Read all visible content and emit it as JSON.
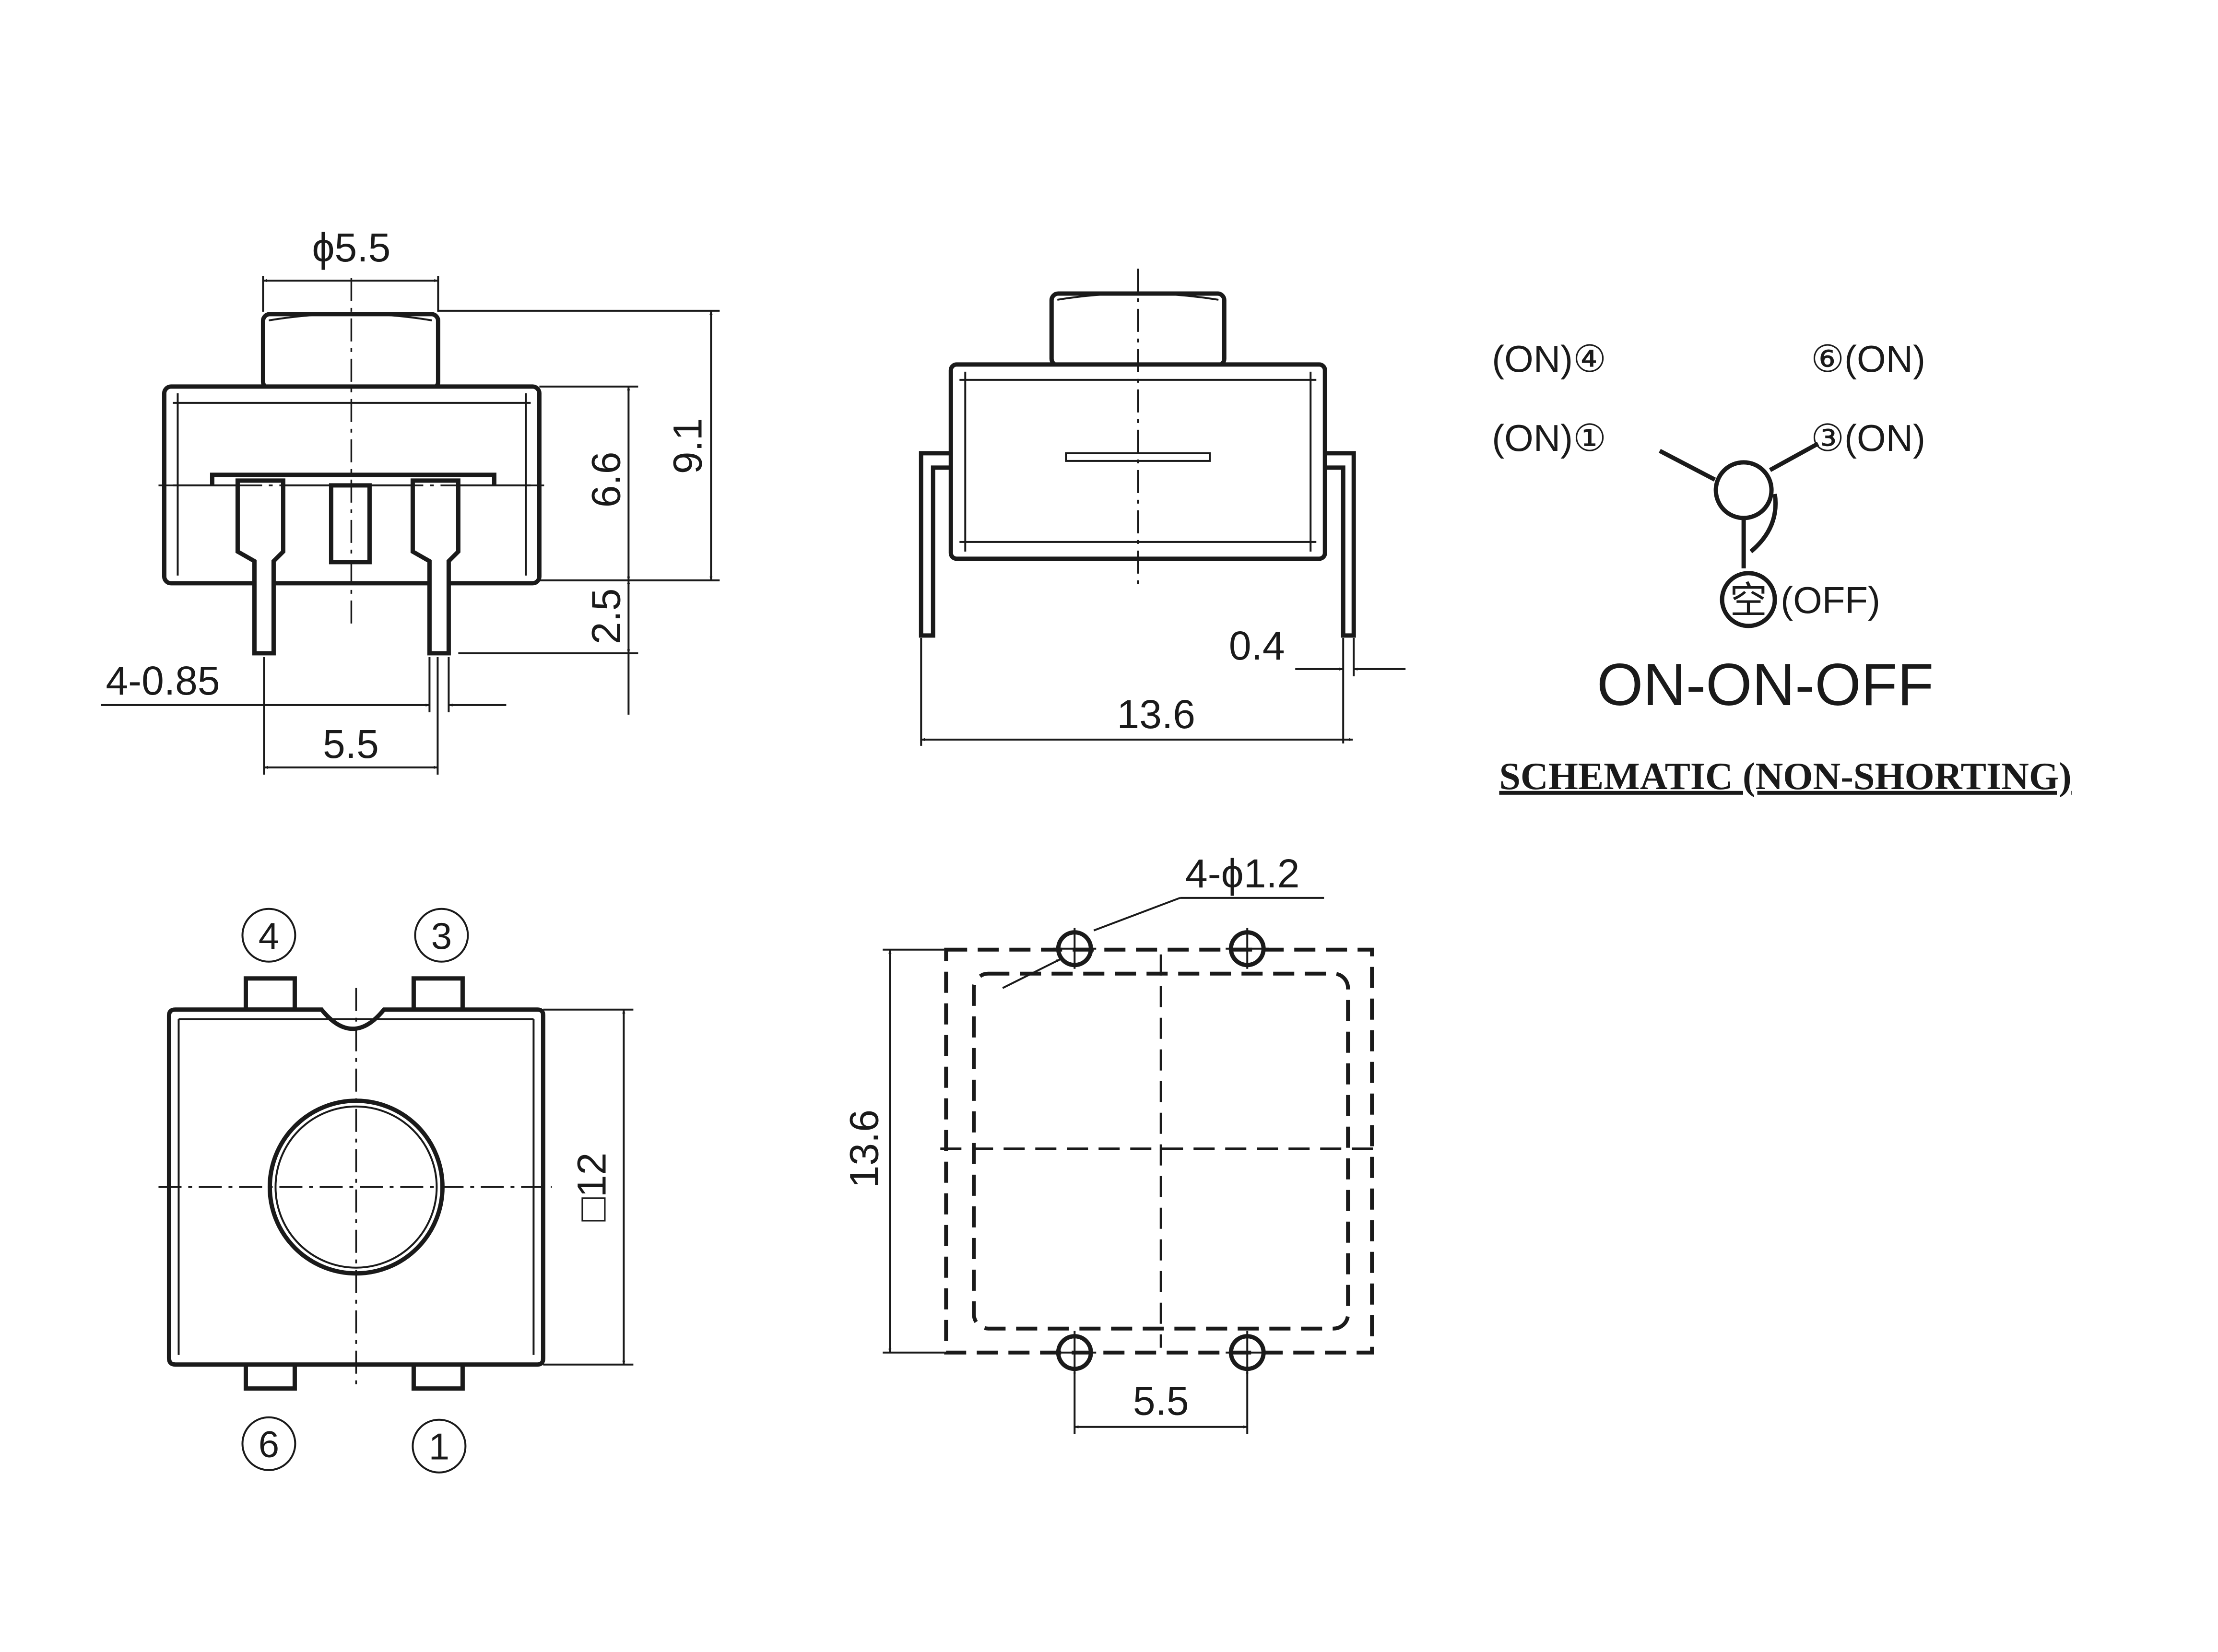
{
  "front_view": {
    "actuator_diameter": "ϕ5.5",
    "overall_height": "9.1",
    "body_height": "6.6",
    "pin_length": "2.5",
    "pin_width": "4-0.85",
    "pin_pitch": "5.5"
  },
  "side_view": {
    "lead_thickness": "0.4",
    "width": "13.6"
  },
  "schematic": {
    "terminal_4": "(ON)④",
    "terminal_6": "⑥(ON)",
    "terminal_1": "(ON)①",
    "terminal_3": "③(ON)",
    "terminal_off_symbol": "空",
    "terminal_off_label": "(OFF)",
    "mode": "ON-ON-OFF",
    "title": "SCHEMATIC (NON-SHORTING)"
  },
  "top_view": {
    "pin_4": "4",
    "pin_3": "3",
    "pin_6": "6",
    "pin_1": "1",
    "body_size": "□12"
  },
  "pcb_layout": {
    "holes": "4-ϕ1.2",
    "size": "13.6",
    "pitch": "5.5"
  }
}
